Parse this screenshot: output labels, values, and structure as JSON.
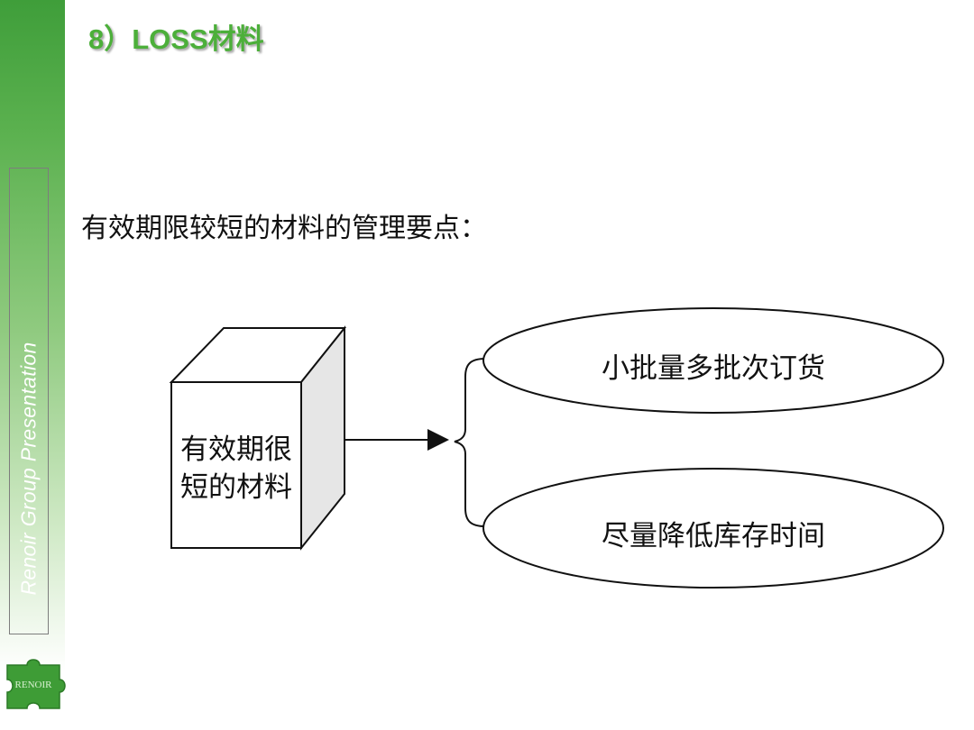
{
  "sidebar": {
    "vertical_text": "Renoir Group Presentation",
    "logo_text": "RENOIR"
  },
  "slide": {
    "title": "8）LOSS材料",
    "lead": "有效期限较短的材料的管理要点："
  },
  "diagram": {
    "box": {
      "line1": "有效期很",
      "line2": "短的材料"
    },
    "points": [
      "小批量多批次订货",
      "尽量降低库存时间"
    ]
  },
  "colors": {
    "title_green": "#4caf3a",
    "sidebar_green": "#3f9e3a",
    "cube_side": "#e6e6e6"
  }
}
